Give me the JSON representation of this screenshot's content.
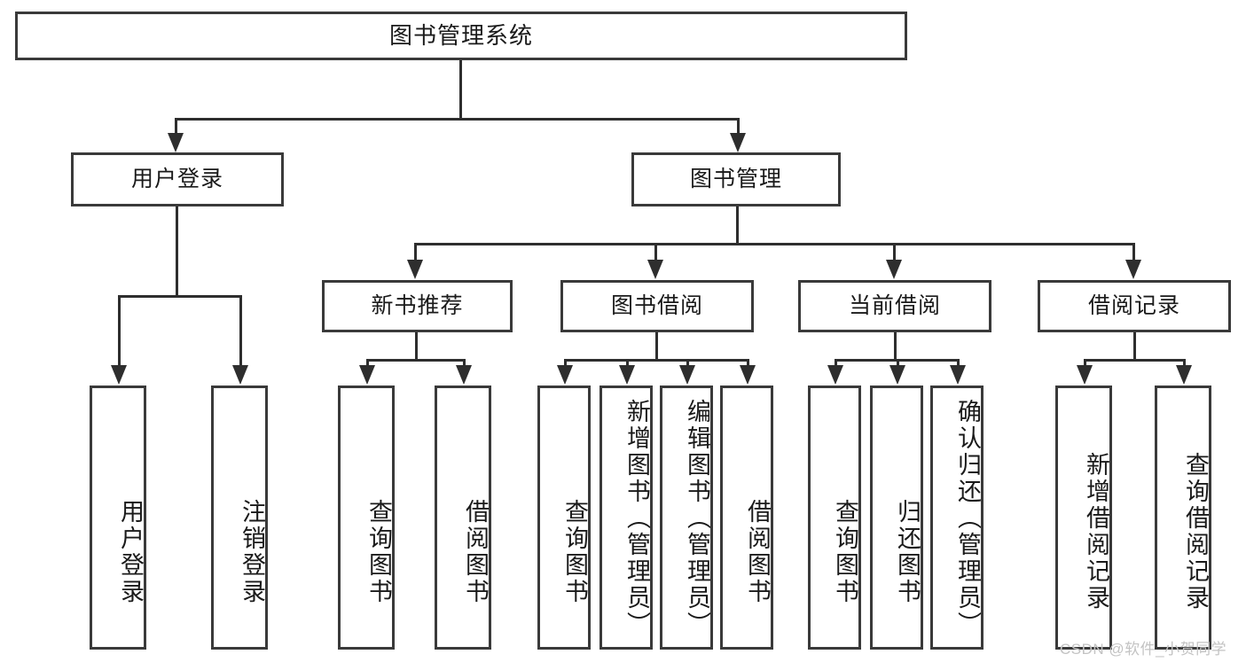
{
  "diagram": {
    "title": "图书管理系统",
    "type": "tree-hierarchy-diagram",
    "colors": {
      "box_border": "#3a3a3a",
      "edge": "#2e2e2e",
      "background": "#ffffff",
      "text": "#1a1a1a",
      "watermark": "#c3c3c3"
    },
    "root": {
      "label": "图书管理系统"
    },
    "level2": [
      {
        "label": "用户登录"
      },
      {
        "label": "图书管理"
      }
    ],
    "level3": [
      {
        "label": "新书推荐"
      },
      {
        "label": "图书借阅"
      },
      {
        "label": "当前借阅"
      },
      {
        "label": "借阅记录"
      }
    ],
    "leaves": {
      "user_login": [
        {
          "label": "用户登录"
        },
        {
          "label": "注销登录"
        }
      ],
      "new_book_recommend": [
        {
          "label": "查询图书"
        },
        {
          "label": "借阅图书"
        }
      ],
      "book_borrow": [
        {
          "label": "查询图书"
        },
        {
          "label": "新增图书（管理员）"
        },
        {
          "label": "编辑图书（管理员）"
        },
        {
          "label": "借阅图书"
        }
      ],
      "current_borrow": [
        {
          "label": "查询图书"
        },
        {
          "label": "归还图书"
        },
        {
          "label": "确认归还（管理员）"
        }
      ],
      "borrow_record": [
        {
          "label": "新增借阅记录"
        },
        {
          "label": "查询借阅记录"
        }
      ]
    },
    "watermark": "CSDN @软件_小贺同学"
  }
}
